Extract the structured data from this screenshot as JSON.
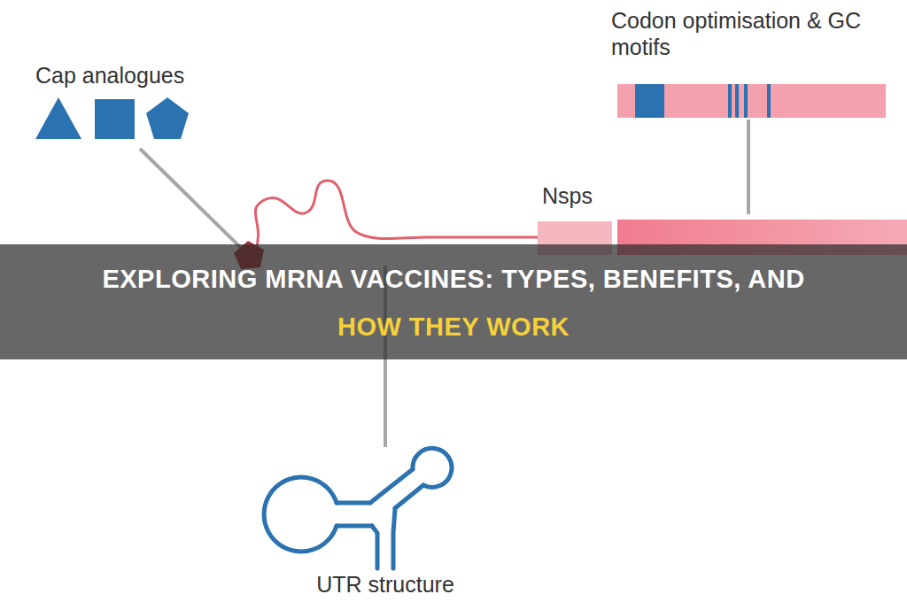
{
  "diagram": {
    "nodes": [
      {
        "text": [
          "Codon optimisation & GC motifs"
        ]
      },
      {
        "text": [
          "Nsps"
        ]
      }
    ],
    "labels": [
      "Cap analogues",
      "UTR structure",
      "EXPLORING MRNA VACCINES: TYPES, BENEFITS, AND",
      "HOW THEY WORK"
    ]
  }
}
